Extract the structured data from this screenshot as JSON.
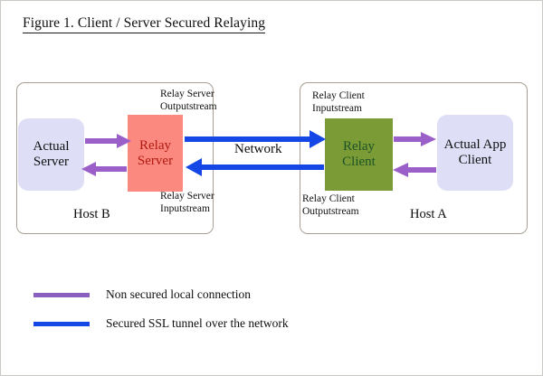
{
  "figure": {
    "title": "Figure 1. Client / Server Secured Relaying"
  },
  "hosts": [
    {
      "id": "host-b",
      "label": "Host B"
    },
    {
      "id": "host-a",
      "label": "Host A"
    }
  ],
  "nodes": [
    {
      "id": "actual-server",
      "label": "Actual\nServer",
      "fill": "#dedef7",
      "text_color": "#111111"
    },
    {
      "id": "relay-server",
      "label": "Relay\nServer",
      "fill": "#fb8980",
      "text_color": "#b01a10"
    },
    {
      "id": "relay-client",
      "label": "Relay\nClient",
      "fill": "#7a9b35",
      "text_color": "#1d5326"
    },
    {
      "id": "actual-app-client",
      "label": "Actual App\nClient",
      "fill": "#dedef7",
      "text_color": "#111111"
    }
  ],
  "stream_labels": {
    "relay_server_output": "Relay Server\nOutputstream",
    "relay_server_input": "Relay Server\nInputstream",
    "relay_client_input": "Relay Client\nInputstream",
    "relay_client_output": "Relay Client\nOutputstream"
  },
  "network_label": "Network",
  "legend": {
    "items": [
      {
        "id": "legend-non-secured",
        "color": "#8b5fbf",
        "label": "Non secured local connection"
      },
      {
        "id": "legend-ssl-tunnel",
        "color": "#1447e6",
        "label": "Secured SSL tunnel over the network"
      }
    ]
  },
  "colors": {
    "purple_arrow": "#9b5fc9",
    "blue_arrow": "#1447e6",
    "host_border": "#a79f94",
    "page_border": "#c9c9c4",
    "background": "#ffffff"
  }
}
